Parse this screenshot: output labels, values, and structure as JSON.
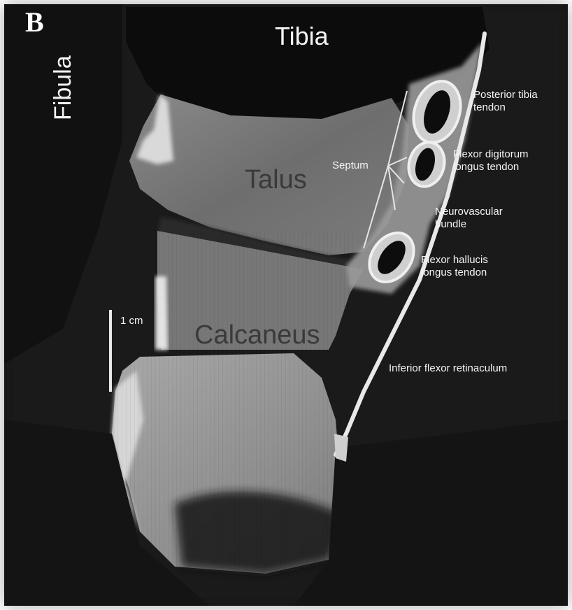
{
  "figure": {
    "panel_letter": "B",
    "labels": {
      "tibia": "Tibia",
      "fibula": "Fibula",
      "talus": "Talus",
      "calcaneus": "Calcaneus",
      "septum": "Septum",
      "posterior_tibial_line1": "Posterior tibia",
      "posterior_tibial_line2": "tendon",
      "fdl_line1": "Flexor digitorum",
      "fdl_line2": "longus tendon",
      "nv_line1": "Neurovascular",
      "nv_line2": "bundle",
      "fhl_line1": "Flexor hallucis",
      "fhl_line2": "longus tendon",
      "retinaculum": "Inferior flexor retinaculum",
      "scale_bar": "1 cm"
    }
  }
}
